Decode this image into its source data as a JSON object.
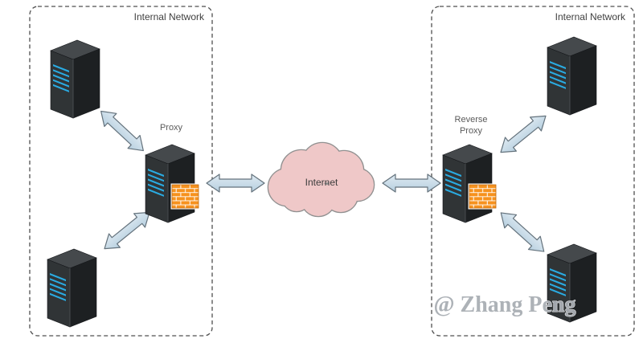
{
  "diagram": {
    "left_network": {
      "label": "Internal Network"
    },
    "right_network": {
      "label": "Internal Network"
    },
    "proxy": {
      "label": "Proxy"
    },
    "reverse_proxy": {
      "label_line1": "Reverse",
      "label_line2": "Proxy"
    },
    "internet": {
      "label": "Internet"
    },
    "watermark": "@ Zhang Peng",
    "icons": {
      "server": "server-tower-icon",
      "firewall": "firewall-brick-wall-icon",
      "cloud": "internet-cloud-icon",
      "arrow": "double-headed-arrow-icon"
    }
  },
  "colors": {
    "arrow-top": "#dfeaf2",
    "arrow-bottom": "#b6cfdf",
    "arrow-stroke": "#64727c",
    "cloud-fill": "#efc8c8",
    "cloud-stroke": "#909090",
    "firewall-orange": "#f6921e",
    "firewall-outline": "#c06a10",
    "led-blue": "#2aabe2",
    "server-top": "#45494c",
    "server-side": "#1d2022",
    "server-front": "#303436",
    "server-edge": "#54595c",
    "boundary-dash": "#4f4f4f",
    "label-text": "#3f3f3f",
    "node-label-text": "#5a5a5a",
    "watermark-gray": "#a9aeb4"
  }
}
